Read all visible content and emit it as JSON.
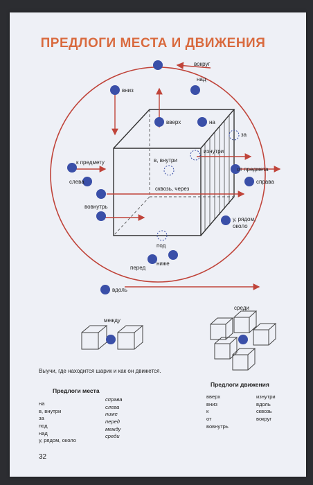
{
  "title": "ПРЕДЛОГИ МЕСТА И ДВИЖЕНИЯ",
  "diagram_labels": {
    "vokrug": "вокруг",
    "vniz": "вниз",
    "nad": "над",
    "vverkh": "вверх",
    "na": "на",
    "za": "за",
    "iznutri": "изнутри",
    "k_predmetu": "к предмету",
    "v_vnutri": "в, внутри",
    "ot_predmeta": "от предмета",
    "sleva": "слева",
    "skvoz": "сквозь, через",
    "sprava": "справа",
    "vovnutr": "вовнутрь",
    "ryadom": "у, рядом,",
    "okolo": "около",
    "pod": "под",
    "pered": "перед",
    "nizhe": "ниже",
    "vdol": "вдоль",
    "mezhdu": "между",
    "sredi": "среди"
  },
  "instruction": "Выучи, где находится шарик и как он движется.",
  "place_section": {
    "heading": "Предлоги места",
    "col1": [
      "на",
      "в, внутри",
      "за",
      "под",
      "над",
      "у, рядом, около"
    ],
    "col2": [
      "справа",
      "слева",
      "ниже",
      "перед",
      "между",
      "среди"
    ]
  },
  "motion_section": {
    "heading": "Предлоги движения",
    "col1": [
      "вверх",
      "вниз",
      "к",
      "от",
      "вовнутрь"
    ],
    "col2": [
      "изнутри",
      "вдоль",
      "сквозь",
      "вокруг"
    ]
  },
  "page_number": "32",
  "colors": {
    "title": "#d96a3e",
    "circle": "#c0443a",
    "ball": "#3a4fa8",
    "arrow": "#c0443a"
  }
}
